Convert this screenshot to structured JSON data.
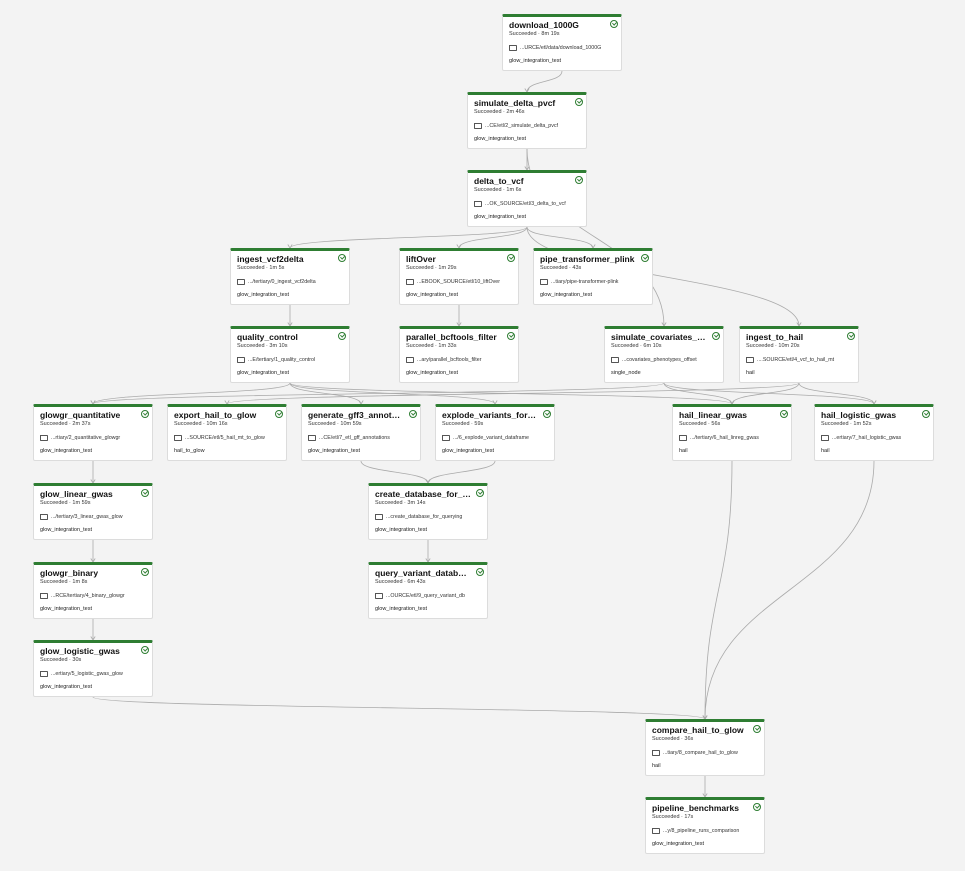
{
  "nodes": [
    {
      "id": "download_1000G",
      "title": "download_1000G",
      "status": "Succeeded · 8m 19s",
      "path": "...URCE/etl/data/download_1000G",
      "cluster": "glow_integration_test"
    },
    {
      "id": "simulate_delta_pvcf",
      "title": "simulate_delta_pvcf",
      "status": "Succeeded · 2m 46s",
      "path": "...CE/etl/2_simulate_delta_pvcf",
      "cluster": "glow_integration_test"
    },
    {
      "id": "delta_to_vcf",
      "title": "delta_to_vcf",
      "status": "Succeeded · 1m 6s",
      "path": "...OK_SOURCE/etl/3_delta_to_vcf",
      "cluster": "glow_integration_test"
    },
    {
      "id": "ingest_vcf2delta",
      "title": "ingest_vcf2delta",
      "status": "Succeeded · 1m 5s",
      "path": ".../tertiary/0_ingest_vcf2delta",
      "cluster": "glow_integration_test"
    },
    {
      "id": "liftOver",
      "title": "liftOver",
      "status": "Succeeded · 1m 29s",
      "path": "...EBOOK_SOURCE/etl/10_liftOver",
      "cluster": "glow_integration_test"
    },
    {
      "id": "pipe_transformer_plink",
      "title": "pipe_transformer_plink",
      "status": "Succeeded · 43s",
      "path": "...tiary/pipe-transformer-plink",
      "cluster": "glow_integration_test"
    },
    {
      "id": "quality_control",
      "title": "quality_control",
      "status": "Succeeded · 3m 10s",
      "path": "...E/tertiary/1_quality_control",
      "cluster": "glow_integration_test"
    },
    {
      "id": "parallel_bcftools_filter",
      "title": "parallel_bcftools_filter",
      "status": "Succeeded · 1m 33s",
      "path": "...ary/parallel_bcftools_filter",
      "cluster": "glow_integration_test"
    },
    {
      "id": "simulate_covariates",
      "title": "simulate_covariates_p...",
      "status": "Succeeded · 6m 10s",
      "path": "...covariates_phenotypes_offset",
      "cluster": "single_node"
    },
    {
      "id": "ingest_to_hail",
      "title": "ingest_to_hail",
      "status": "Succeeded · 10m 20s",
      "path": "....SOURCE/etl/4_vcf_to_hail_mt",
      "cluster": "hail"
    },
    {
      "id": "glowgr_quantitative",
      "title": "glowgr_quantitative",
      "status": "Succeeded · 2m 37s",
      "path": "...rtiary/2_quantitative_glowgr",
      "cluster": "glow_integration_test"
    },
    {
      "id": "export_hail_to_glow",
      "title": "export_hail_to_glow",
      "status": "Succeeded · 10m 16s",
      "path": "...SOURCE/etl/5_hail_mt_to_glow",
      "cluster": "hail_to_glow"
    },
    {
      "id": "generate_gff3",
      "title": "generate_gff3_annotati...",
      "status": "Succeeded · 10m 59s",
      "path": "...CE/etl/7_etl_gff_annotations",
      "cluster": "glow_integration_test"
    },
    {
      "id": "explode_variants",
      "title": "explode_variants_for_...",
      "status": "Succeeded · 59s",
      "path": ".../6_explode_variant_dataframe",
      "cluster": "glow_integration_test"
    },
    {
      "id": "hail_linear_gwas",
      "title": "hail_linear_gwas",
      "status": "Succeeded · 56s",
      "path": ".../tertiary/6_hail_linreg_gwas",
      "cluster": "hail"
    },
    {
      "id": "hail_logistic_gwas",
      "title": "hail_logistic_gwas",
      "status": "Succeeded · 1m 52s",
      "path": "...ertiary/7_hail_logistic_gwas",
      "cluster": "hail"
    },
    {
      "id": "glow_linear_gwas",
      "title": "glow_linear_gwas",
      "status": "Succeeded · 1m 59s",
      "path": ".../tertiary/3_linear_gwas_glow",
      "cluster": "glow_integration_test"
    },
    {
      "id": "create_database",
      "title": "create_database_for_q...",
      "status": "Succeeded · 3m 14s",
      "path": "...create_database_for_querying",
      "cluster": "glow_integration_test"
    },
    {
      "id": "glowgr_binary",
      "title": "glowgr_binary",
      "status": "Succeeded · 1m 8s",
      "path": "...RCE/tertiary/4_binary_glowgr",
      "cluster": "glow_integration_test"
    },
    {
      "id": "query_variant_database",
      "title": "query_variant_database",
      "status": "Succeeded · 6m 43s",
      "path": "...OURCE/etl/9_query_variant_db",
      "cluster": "glow_integration_test"
    },
    {
      "id": "glow_logistic_gwas",
      "title": "glow_logistic_gwas",
      "status": "Succeeded · 30s",
      "path": "...ertiary/5_logistic_gwas_glow",
      "cluster": "glow_integration_test"
    },
    {
      "id": "compare_hail_to_glow",
      "title": "compare_hail_to_glow",
      "status": "Succeeded · 36s",
      "path": "...tiary/8_compare_hail_to_glow",
      "cluster": "hail"
    },
    {
      "id": "pipeline_benchmarks",
      "title": "pipeline_benchmarks",
      "status": "Succeeded · 17s",
      "path": "...y/8_pipeline_runs_comparison",
      "cluster": "glow_integration_test"
    }
  ],
  "edges": [
    [
      "download_1000G",
      "simulate_delta_pvcf"
    ],
    [
      "simulate_delta_pvcf",
      "delta_to_vcf"
    ],
    [
      "simulate_delta_pvcf",
      "simulate_covariates"
    ],
    [
      "delta_to_vcf",
      "ingest_vcf2delta"
    ],
    [
      "delta_to_vcf",
      "liftOver"
    ],
    [
      "delta_to_vcf",
      "pipe_transformer_plink"
    ],
    [
      "delta_to_vcf",
      "ingest_to_hail"
    ],
    [
      "ingest_vcf2delta",
      "quality_control"
    ],
    [
      "liftOver",
      "parallel_bcftools_filter"
    ],
    [
      "quality_control",
      "glowgr_quantitative"
    ],
    [
      "quality_control",
      "generate_gff3"
    ],
    [
      "quality_control",
      "explode_variants"
    ],
    [
      "quality_control",
      "hail_linear_gwas"
    ],
    [
      "simulate_covariates",
      "glowgr_quantitative"
    ],
    [
      "simulate_covariates",
      "hail_linear_gwas"
    ],
    [
      "simulate_covariates",
      "hail_logistic_gwas"
    ],
    [
      "ingest_to_hail",
      "export_hail_to_glow"
    ],
    [
      "ingest_to_hail",
      "hail_linear_gwas"
    ],
    [
      "ingest_to_hail",
      "hail_logistic_gwas"
    ],
    [
      "glowgr_quantitative",
      "glow_linear_gwas"
    ],
    [
      "generate_gff3",
      "create_database"
    ],
    [
      "explode_variants",
      "create_database"
    ],
    [
      "glow_linear_gwas",
      "glowgr_binary"
    ],
    [
      "create_database",
      "query_variant_database"
    ],
    [
      "glowgr_binary",
      "glow_logistic_gwas"
    ],
    [
      "glow_logistic_gwas",
      "compare_hail_to_glow"
    ],
    [
      "hail_linear_gwas",
      "compare_hail_to_glow"
    ],
    [
      "hail_logistic_gwas",
      "compare_hail_to_glow"
    ],
    [
      "compare_hail_to_glow",
      "pipeline_benchmarks"
    ]
  ],
  "colors": {
    "status_accent": "#2e7d32",
    "edge": "#aaaaaa",
    "background": "#f3f3f3"
  }
}
